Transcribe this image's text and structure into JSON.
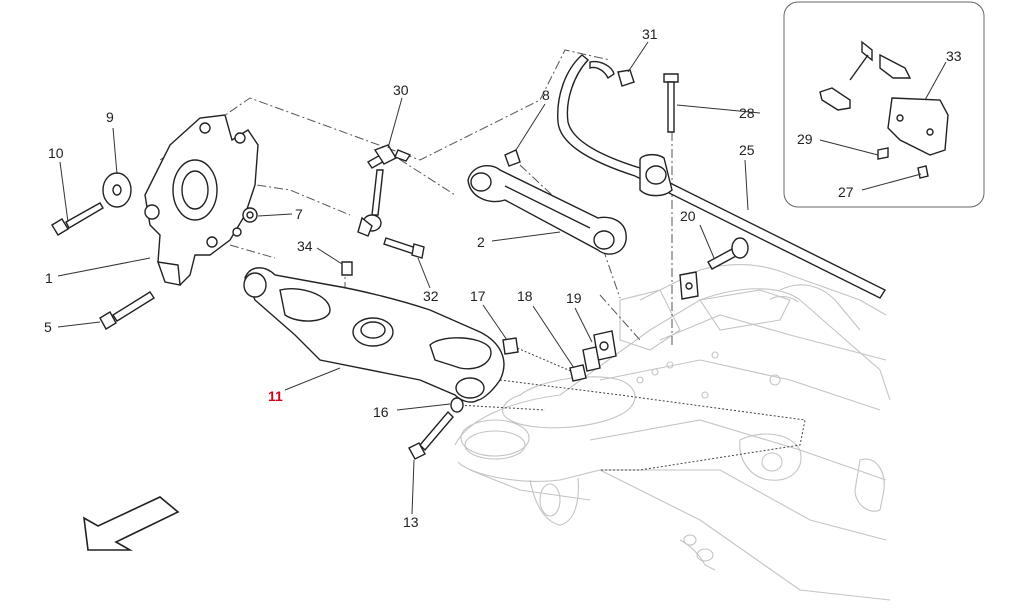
{
  "diagram": {
    "callouts": [
      {
        "id": "1",
        "label": "1"
      },
      {
        "id": "2",
        "label": "2"
      },
      {
        "id": "5",
        "label": "5"
      },
      {
        "id": "7",
        "label": "7"
      },
      {
        "id": "8",
        "label": "8"
      },
      {
        "id": "9",
        "label": "9"
      },
      {
        "id": "10",
        "label": "10"
      },
      {
        "id": "11",
        "label": "11",
        "highlighted": true
      },
      {
        "id": "13",
        "label": "13"
      },
      {
        "id": "16",
        "label": "16"
      },
      {
        "id": "17",
        "label": "17"
      },
      {
        "id": "18",
        "label": "18"
      },
      {
        "id": "19",
        "label": "19"
      },
      {
        "id": "20",
        "label": "20"
      },
      {
        "id": "25",
        "label": "25"
      },
      {
        "id": "27",
        "label": "27"
      },
      {
        "id": "28",
        "label": "28"
      },
      {
        "id": "29",
        "label": "29"
      },
      {
        "id": "30",
        "label": "30"
      },
      {
        "id": "31",
        "label": "31"
      },
      {
        "id": "32",
        "label": "32"
      },
      {
        "id": "33",
        "label": "33"
      },
      {
        "id": "34",
        "label": "34"
      }
    ],
    "colors": {
      "highlight": "#d0021b",
      "line": "#222222",
      "ghost": "#c4c4c4"
    },
    "icons": [
      "front-direction-arrow-icon"
    ]
  }
}
